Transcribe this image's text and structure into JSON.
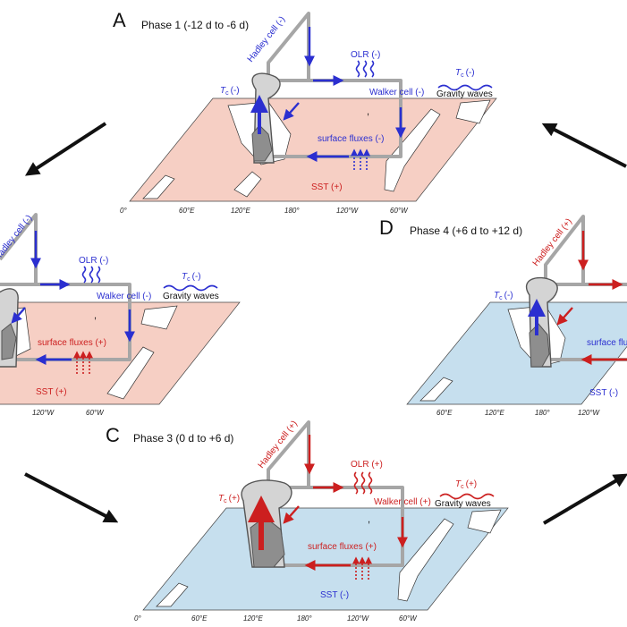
{
  "colors": {
    "warm_ocean": "#f6cfc4",
    "cool_ocean": "#c6dfee",
    "neg_arrow": "#2b2fd0",
    "pos_arrow": "#cc1f1f",
    "loop": "#a6a6a6",
    "cycle_arrow": "#111111"
  },
  "panels": {
    "A": {
      "letter": "A",
      "title": "Phase 1 (-12 d to -6 d)",
      "hadley": "Hadley cell (-)",
      "olr": "OLR (-)",
      "tc": "T",
      "tc_sub": "c",
      "tc_sign": "(-)",
      "walker": "Walker cell (-)",
      "tc2": "T",
      "tc2_sub": "c",
      "tc2_sign": "(-)",
      "gravity": "Gravity waves",
      "fluxes": "surface fluxes (-)",
      "sst": "SST (+)"
    },
    "B": {
      "hadley": "Hadley cell (-)",
      "olr": "OLR (-)",
      "walker": "Walker cell (-)",
      "tc2": "T",
      "tc2_sub": "c",
      "tc2_sign": "(-)",
      "gravity": "Gravity waves",
      "fluxes": "surface fluxes (+)",
      "sst": "SST (+)"
    },
    "C": {
      "letter": "C",
      "title": "Phase 3 (0 d to +6 d)",
      "hadley": "Hadley cell (+)",
      "olr": "OLR (+)",
      "tc": "T",
      "tc_sub": "c",
      "tc_sign": "(+)",
      "walker": "Walker cell (+)",
      "tc2": "T",
      "tc2_sub": "c",
      "tc2_sign": "(+)",
      "gravity": "Gravity waves",
      "fluxes": "surface fluxes (+)",
      "sst": "SST (-)"
    },
    "D": {
      "letter": "D",
      "title": "Phase 4 (+6 d to +12 d)",
      "hadley": "Hadley cell (+)",
      "tc": "T",
      "tc_sub": "c",
      "tc_sign": "(-)",
      "fluxes": "surface flu",
      "sst": "SST (-)"
    }
  },
  "ticks": {
    "a": [
      "0°",
      "60°E",
      "120°E",
      "180°",
      "120°W",
      "60°W"
    ],
    "b": [
      "60°E",
      "120°E",
      "180°",
      "120°W",
      "60°W"
    ]
  }
}
